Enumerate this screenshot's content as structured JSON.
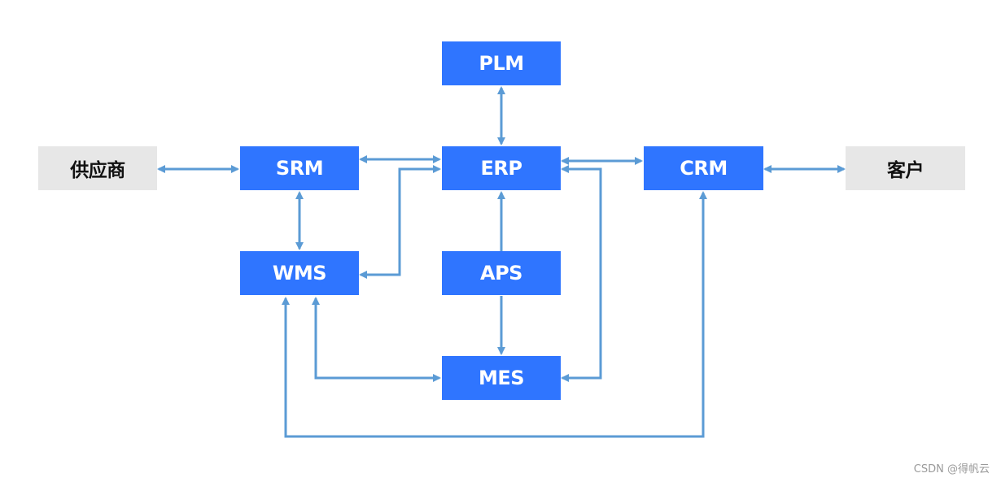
{
  "nodes": {
    "plm": "PLM",
    "erp": "ERP",
    "srm": "SRM",
    "crm": "CRM",
    "wms": "WMS",
    "aps": "APS",
    "mes": "MES",
    "supplier": "供应商",
    "customer": "客户"
  },
  "edges": [
    {
      "from": "供应商",
      "to": "SRM",
      "direction": "both"
    },
    {
      "from": "SRM",
      "to": "ERP",
      "direction": "both"
    },
    {
      "from": "ERP",
      "to": "CRM",
      "direction": "both"
    },
    {
      "from": "CRM",
      "to": "客户",
      "direction": "both"
    },
    {
      "from": "PLM",
      "to": "ERP",
      "direction": "both"
    },
    {
      "from": "SRM",
      "to": "WMS",
      "direction": "both"
    },
    {
      "from": "APS",
      "to": "ERP",
      "direction": "forward"
    },
    {
      "from": "APS",
      "to": "MES",
      "direction": "forward"
    },
    {
      "from": "ERP",
      "to": "WMS",
      "direction": "both"
    },
    {
      "from": "ERP",
      "to": "MES",
      "direction": "both"
    },
    {
      "from": "MES",
      "to": "WMS",
      "direction": "both"
    },
    {
      "from": "WMS",
      "to": "CRM",
      "direction": "both"
    }
  ],
  "colors": {
    "system_box": "#2f75ff",
    "external_box": "#e7e7e7",
    "connector": "#5b9bd5"
  },
  "watermark": "CSDN @得帆云"
}
